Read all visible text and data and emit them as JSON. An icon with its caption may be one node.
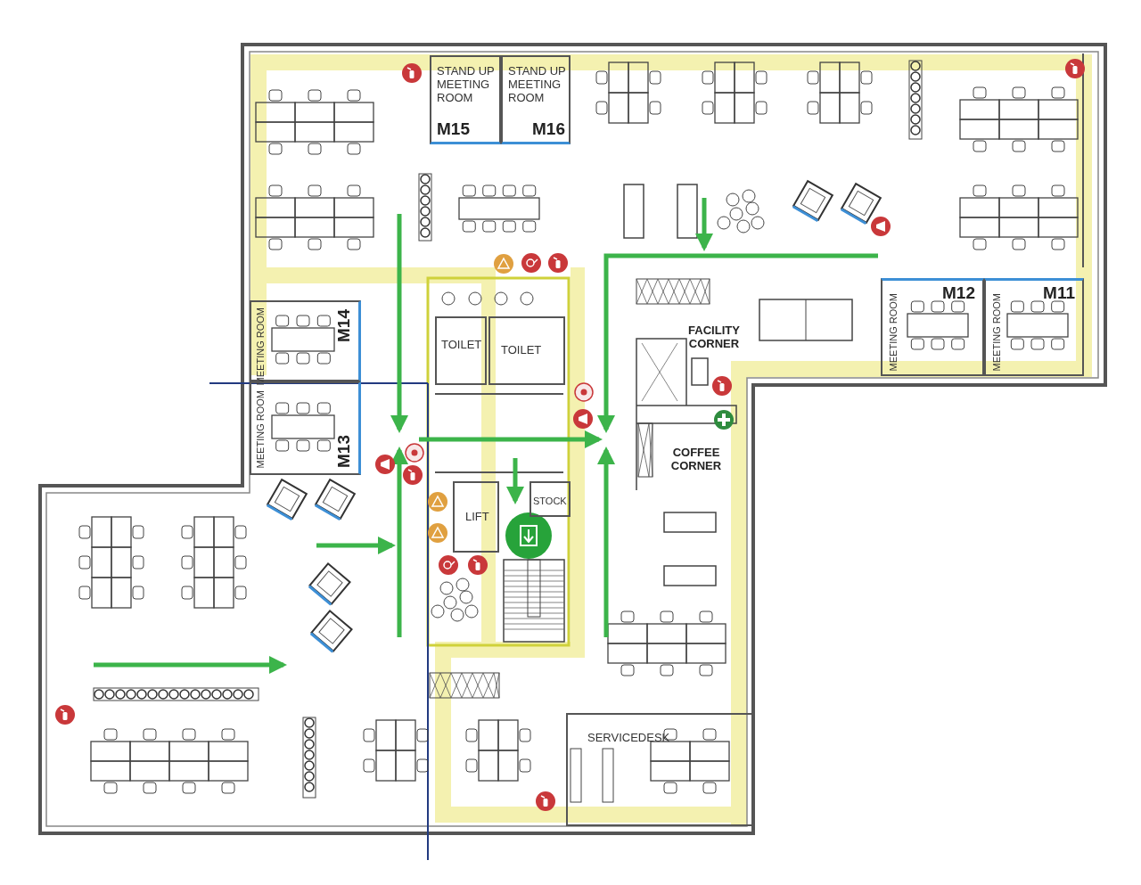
{
  "diagram": {
    "nodes": [
      {
        "text": [
          "STAND UP MEETING ROOM",
          "M15"
        ]
      },
      {
        "text": [
          "STAND UP MEETING ROOM",
          "M16"
        ]
      },
      {
        "text": [
          "MEETING ROOM",
          "M14"
        ]
      },
      {
        "text": [
          "MEETING ROOM",
          "M13"
        ]
      },
      {
        "text": [
          "MEETING ROOM",
          "M12"
        ]
      },
      {
        "text": [
          "MEETING ROOM",
          "M11"
        ]
      },
      {
        "text": [
          "TOILET"
        ]
      },
      {
        "text": [
          "TOILET"
        ]
      },
      {
        "text": [
          "LIFT"
        ]
      },
      {
        "text": [
          "STOCK"
        ]
      },
      {
        "text": [
          "SERVICEDESK"
        ]
      }
    ],
    "labels": [
      "FACILITY CORNER",
      "COFFEE CORNER"
    ]
  }
}
